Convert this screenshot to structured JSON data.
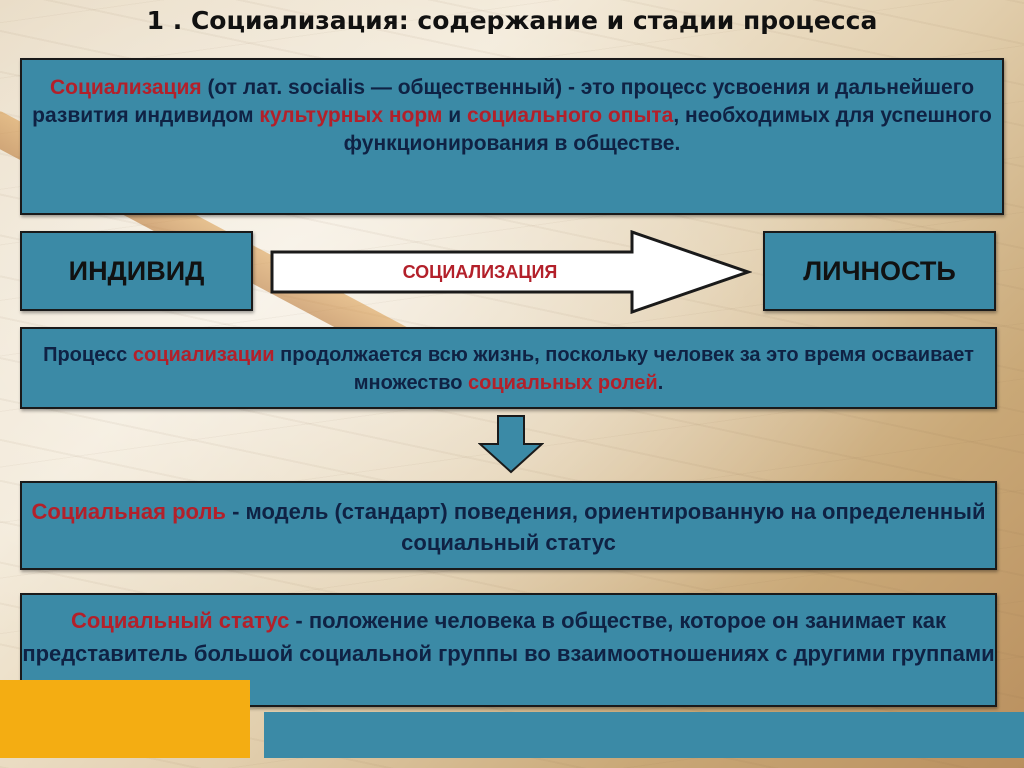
{
  "slide": {
    "title": "1 . Социализация: содержание и стадии процесса"
  },
  "definition": {
    "term": "Социализация",
    "part1": " (от лат. socialis — общественный) ",
    "part2": "- это процесс усвоения и дальнейшего развития индивидом ",
    "highlight1": "культурных норм",
    "conj": " и ",
    "highlight2": "социального опыта",
    "part3": ", необходимых для успешного функционирования в обществе."
  },
  "flow": {
    "left": "ИНДИВИД",
    "arrow_label": "СОЦИАЛИЗАЦИЯ",
    "right": "ЛИЧНОСТЬ"
  },
  "process": {
    "p1": "Процесс ",
    "h1": "социализации",
    "p2": " продолжается всю жизнь, поскольку человек за это время  осваивает множество ",
    "h2": "социальных ролей",
    "p3": "."
  },
  "role": {
    "term": "Социальная роль",
    "text": " - модель (стандарт) поведения, ориентированную на определенный социальный статус"
  },
  "status": {
    "term": "Социальный статус",
    "text": " - положение человека в обществе, которое он занимает как  представитель  большой социальной группы во взаимоотношениях с  другими группами"
  },
  "colors": {
    "box_fill": "#3b8aa6",
    "highlight": "#b3202a",
    "text": "#0f2244",
    "accent_yellow": "#f4ad12"
  }
}
